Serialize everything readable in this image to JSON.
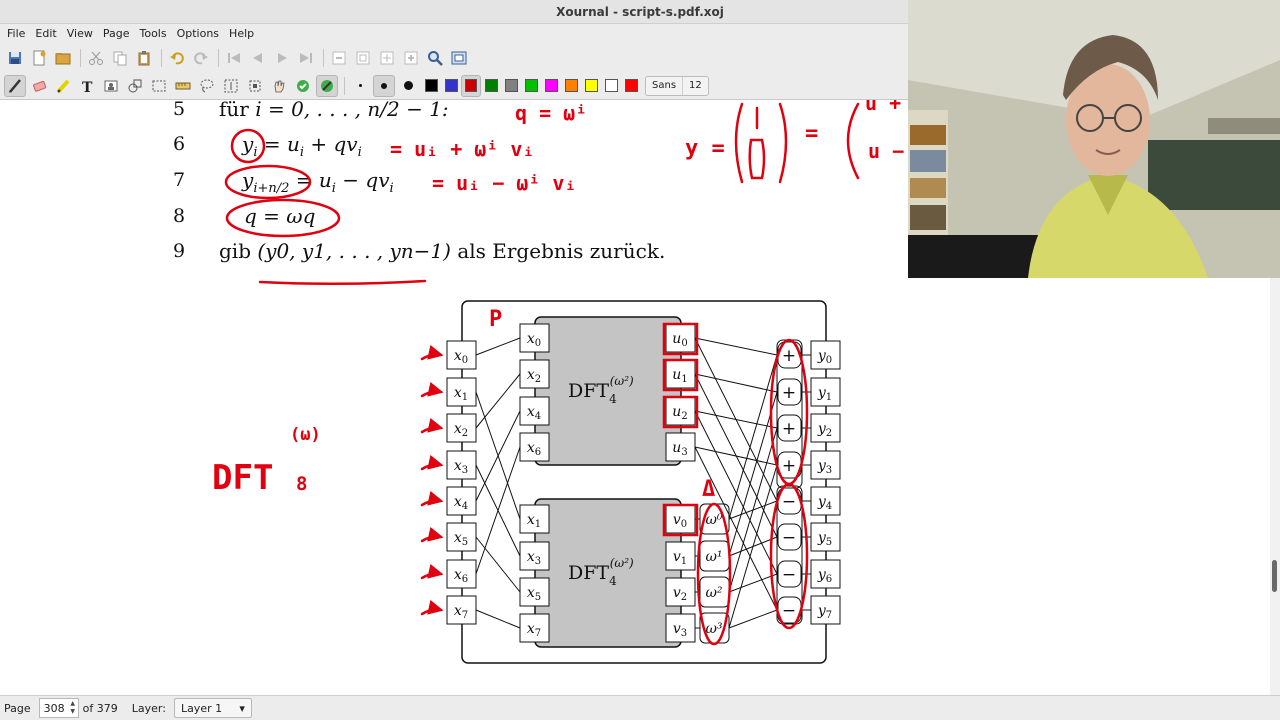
{
  "window": {
    "title": "Xournal - script-s.pdf.xoj"
  },
  "menu": [
    "File",
    "Edit",
    "View",
    "Page",
    "Tools",
    "Options",
    "Help"
  ],
  "toolbar": {
    "font_name": "Sans",
    "font_size": "12",
    "colors": [
      "#000000",
      "#3333cc",
      "#cc0000",
      "#008000",
      "#808080",
      "#00c000",
      "#ff00ff",
      "#ff8000",
      "#ffff00",
      "#ffffff"
    ],
    "active_color": "#ff0000"
  },
  "algorithm": {
    "lines": [
      {
        "num": "5",
        "text": "für i = 0, . . . , n/2 − 1:"
      },
      {
        "num": "6",
        "text": "y_i = u_i + qv_i"
      },
      {
        "num": "7",
        "text": "y_{i+n/2} = u_i − qv_i"
      },
      {
        "num": "8",
        "text": "q = ωq"
      },
      {
        "num": "9",
        "text": "gib (y_0, y_1, . . . , y_{n−1}) als Ergebnis zurück."
      }
    ],
    "line5_prefix": "für ",
    "line5_math": "i = 0, . . . , n/2 − 1:",
    "line6": {
      "lhs": "y",
      "lhs_sub": "i",
      "rhs": "= u",
      "rhs_sub": "i",
      "rhs2": " + qv",
      "rhs2_sub": "i"
    },
    "line7": {
      "lhs": "y",
      "lhs_sub": "i+n/2",
      "rhs": "= u",
      "rhs_sub": "i",
      "rhs2": " − qv",
      "rhs2_sub": "i"
    },
    "line8": "q = ωq",
    "line9_prefix": "gib ",
    "line9_math": "(y0, y1, . . . , yn−1)",
    "line9_suffix": " als Ergebnis zurück."
  },
  "handwriting": {
    "line6_note": "= uᵢ + ωⁱ vᵢ",
    "line7_note": "= uᵢ − ωⁱ vᵢ",
    "q_note": "q = ωⁱ",
    "y_note": "y =",
    "dft_note": "DFT",
    "dft_sup": "(ω)",
    "dft_sub": "8",
    "p_note": "P",
    "delta_note": "Δ"
  },
  "diagram": {
    "inputs": [
      "x0",
      "x1",
      "x2",
      "x3",
      "x4",
      "x5",
      "x6",
      "x7"
    ],
    "even_inputs": [
      "x0",
      "x2",
      "x4",
      "x6"
    ],
    "odd_inputs": [
      "x1",
      "x3",
      "x5",
      "x7"
    ],
    "dft_label": "DFT",
    "dft_sub": "4",
    "dft_sup": "(ω²)",
    "u_outputs": [
      "u0",
      "u1",
      "u2",
      "u3"
    ],
    "v_outputs": [
      "v0",
      "v1",
      "v2",
      "v3"
    ],
    "twiddles": [
      "ω⁰",
      "ω¹",
      "ω²",
      "ω³"
    ],
    "plus_ops": [
      "+",
      "+",
      "+",
      "+"
    ],
    "minus_ops": [
      "−",
      "−",
      "−",
      "−"
    ],
    "outputs": [
      "y0",
      "y1",
      "y2",
      "y3",
      "y4",
      "y5",
      "y6",
      "y7"
    ]
  },
  "status": {
    "page_label": "Page",
    "page_current": "308",
    "page_total": "of 379",
    "layer_label": "Layer:",
    "layer_value": "Layer 1"
  }
}
